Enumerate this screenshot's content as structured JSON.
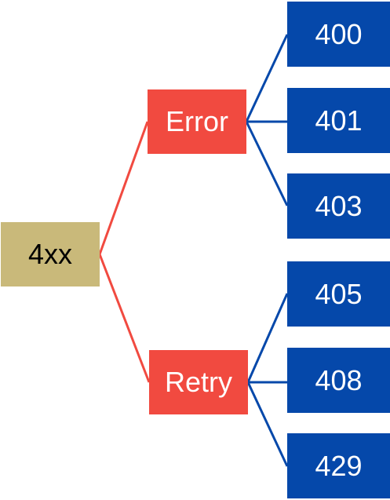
{
  "colors": {
    "root_fill": "#c9b97a",
    "root_text": "#000000",
    "category_fill": "#f14a40",
    "category_text": "#ffffff",
    "category_line": "#f14a40",
    "leaf_fill": "#0548aa",
    "leaf_text": "#ffffff",
    "leaf_line": "#0548aa"
  },
  "tree": {
    "root": {
      "label": "4xx"
    },
    "error": {
      "label": "Error",
      "codes": [
        "400",
        "401",
        "403"
      ]
    },
    "retry": {
      "label": "Retry",
      "codes": [
        "405",
        "408",
        "429"
      ]
    }
  }
}
